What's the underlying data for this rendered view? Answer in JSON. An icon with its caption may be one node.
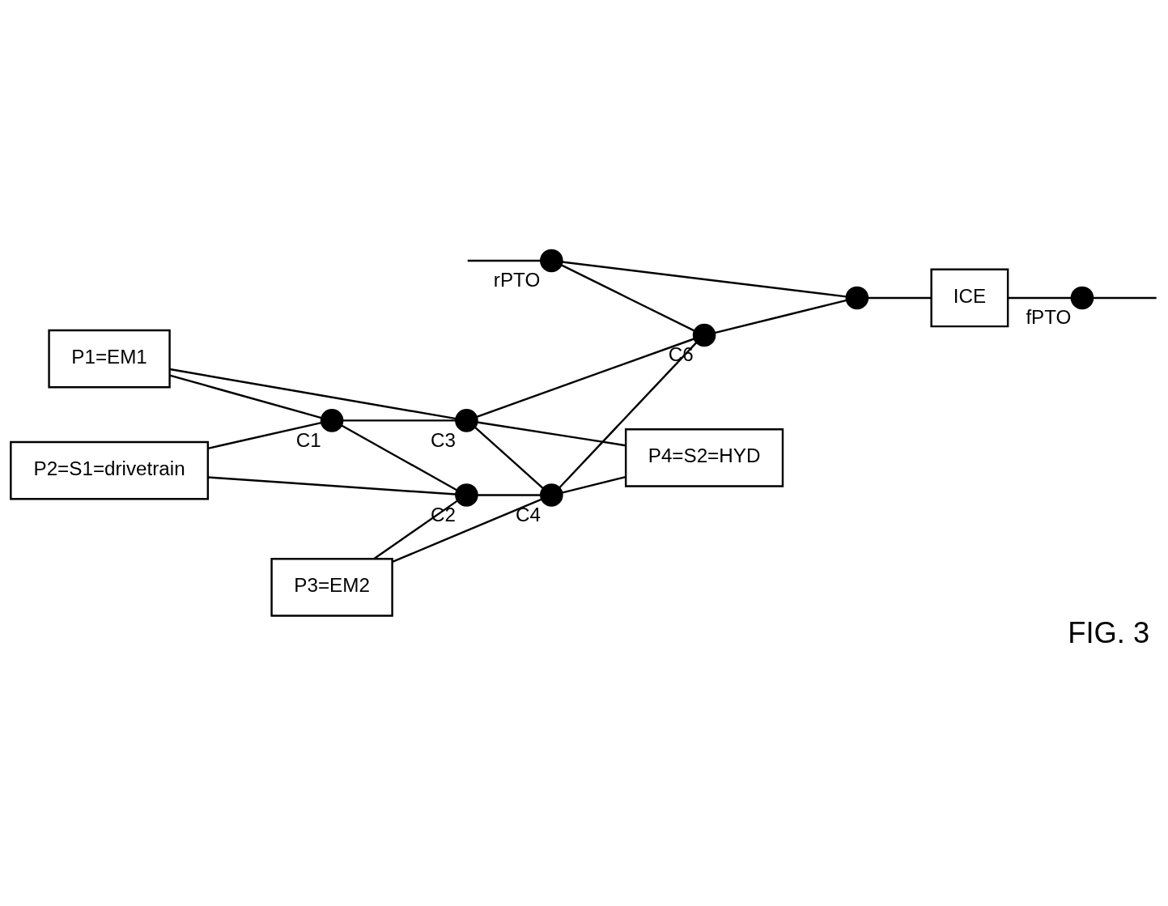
{
  "diagram": {
    "caption": "FIG. 3",
    "nodes": [
      {
        "text": [
          "P1=EM1"
        ]
      },
      {
        "text": [],
        "shape": "circle",
        "beside": [
          "C1"
        ]
      },
      {
        "text": [],
        "shape": "circle",
        "beside": [
          "C3"
        ]
      },
      {
        "text": [],
        "shape": "circle",
        "beside": [
          "rPTO"
        ]
      },
      {
        "text": [
          "P2=S1=drivetrain"
        ]
      },
      {
        "text": [],
        "shape": "circle",
        "beside": [
          "C6"
        ]
      },
      {
        "text": [],
        "shape": "circle"
      },
      {
        "text": [
          "ICE"
        ]
      },
      {
        "text": [],
        "shape": "circle",
        "beside": [
          "fPTO"
        ]
      },
      {
        "text": [
          "P4=S2=HYD"
        ]
      },
      {
        "text": [],
        "shape": "circle",
        "beside": [
          "C2"
        ]
      },
      {
        "text": [],
        "shape": "circle",
        "beside": [
          "C4"
        ]
      },
      {
        "text": [
          "P3=EM2"
        ]
      }
    ],
    "edges": [
      {
        "from": 1,
        "to": 2,
        "arrow": "none"
      },
      {
        "from": 1,
        "to": 10,
        "arrow": "none"
      },
      {
        "from": 2,
        "to": 11,
        "arrow": "none"
      },
      {
        "from": 10,
        "to": 11,
        "arrow": "none"
      },
      {
        "from": 0,
        "to": 1,
        "arrow": "none"
      },
      {
        "from": 0,
        "to": 2,
        "arrow": "none"
      },
      {
        "from": 4,
        "to": 1,
        "arrow": "none"
      },
      {
        "from": 4,
        "to": 10,
        "arrow": "none"
      },
      {
        "from": 12,
        "to": 10,
        "arrow": "none"
      },
      {
        "from": 12,
        "to": 11,
        "arrow": "none"
      },
      {
        "from": 2,
        "to": 5,
        "arrow": "none"
      },
      {
        "from": 11,
        "to": 5,
        "arrow": "none"
      },
      {
        "from": 2,
        "to": 9,
        "arrow": "none"
      },
      {
        "from": 11,
        "to": 9,
        "arrow": "none"
      },
      {
        "from": 5,
        "to": 6,
        "arrow": "none"
      },
      {
        "from": 3,
        "to": 5,
        "arrow": "none"
      },
      {
        "from": 3,
        "to": 6,
        "arrow": "none"
      },
      {
        "from": null,
        "to": 3,
        "arrow": "none"
      },
      {
        "from": 6,
        "to": 7,
        "arrow": "none"
      },
      {
        "from": 7,
        "to": 8,
        "arrow": "none"
      },
      {
        "from": 8,
        "to": null,
        "arrow": "none"
      }
    ]
  }
}
